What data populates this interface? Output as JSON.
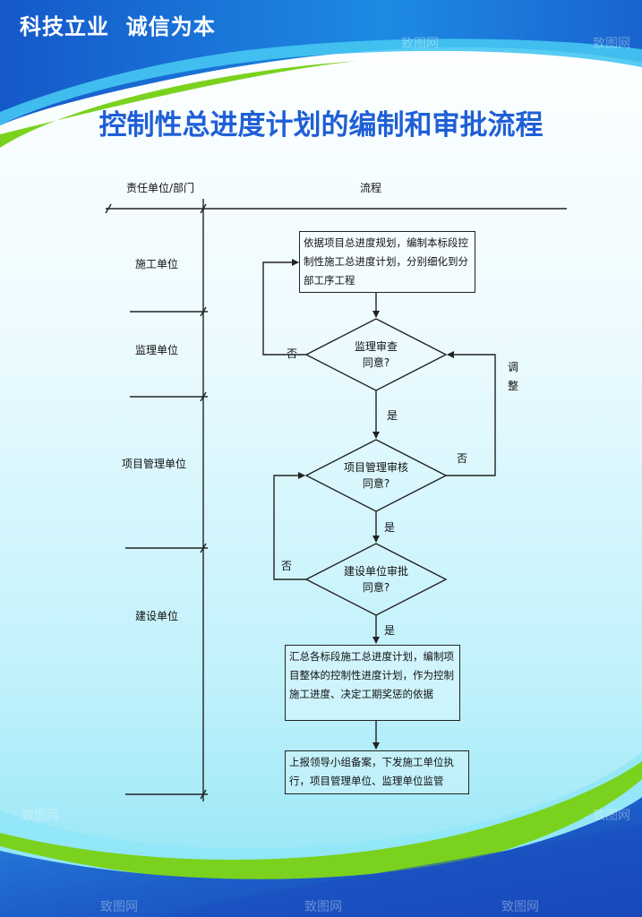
{
  "header": {
    "slogan": "科技立业  诚信为本",
    "title": "控制性总进度计划的编制和审批流程"
  },
  "columns": {
    "dept": "责任单位/部门",
    "flow": "流程"
  },
  "departments": [
    "施工单位",
    "监理单位",
    "项目管理单位",
    "建设单位"
  ],
  "process": {
    "step1": "依据项目总进度规划，编制本标段控制性施工总进度计划，分别细化到分部工序工程",
    "decision1_line1": "监理审查",
    "decision1_line2": "同意?",
    "decision2_line1": "项目管理审核",
    "decision2_line2": "同意?",
    "decision3_line1": "建设单位审批",
    "decision3_line2": "同意?",
    "step2": "汇总各标段施工总进度计划，编制项目整体的控制性进度计划，作为控制施工进度、决定工期奖惩的依据",
    "step3": "上报领导小组备案，下发施工单位执行，项目管理单位、监理单位监管"
  },
  "edge_labels": {
    "no": "否",
    "yes": "是",
    "adjust_1": "调",
    "adjust_2": "整"
  },
  "watermark": "致图网",
  "colors": {
    "title": "#1f5fd6",
    "top_band": "#1a6fd8",
    "green_swoosh": "#7ad21e",
    "bottom_band": "#1e5fc8"
  }
}
